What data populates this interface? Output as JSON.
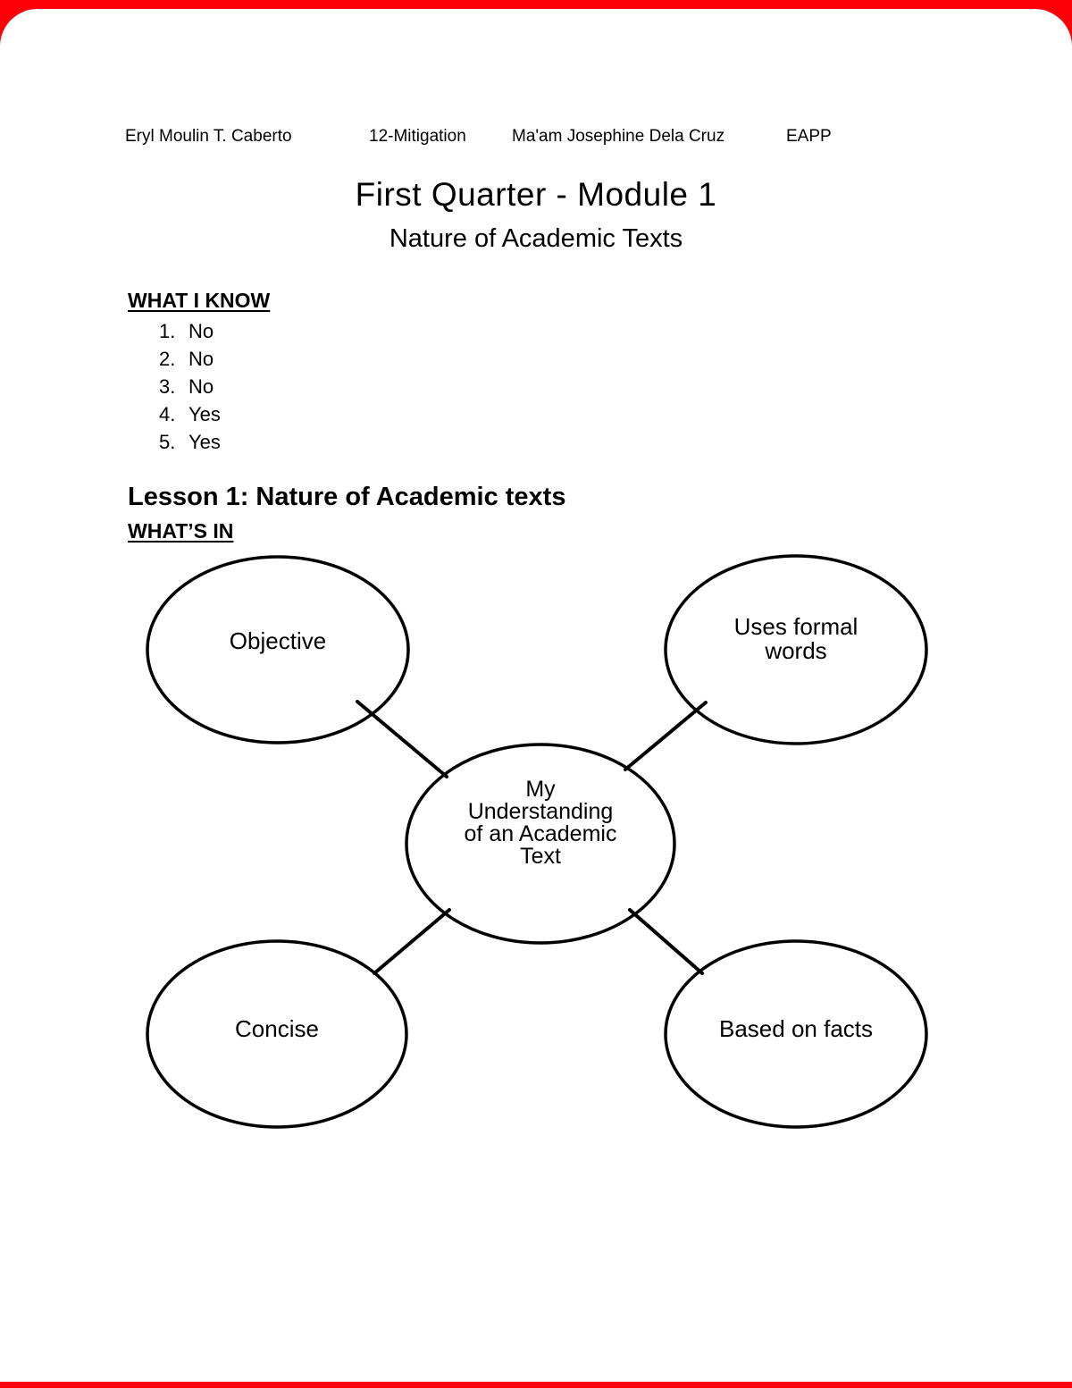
{
  "frame": {
    "color": "#fb0006",
    "page_color": "#ffffff"
  },
  "header": {
    "student_name": "Eryl Moulin T. Caberto",
    "section": "12-Mitigation",
    "teacher": "Ma'am Josephine Dela Cruz",
    "subject": "EAPP"
  },
  "title": "First Quarter - Module 1",
  "subtitle": "Nature of Academic Texts",
  "what_i_know": {
    "heading": "WHAT I KNOW",
    "answers": [
      {
        "number": "1.",
        "value": "No"
      },
      {
        "number": "2.",
        "value": "No"
      },
      {
        "number": "3.",
        "value": "No"
      },
      {
        "number": "4.",
        "value": "Yes"
      },
      {
        "number": "5.",
        "value": "Yes"
      }
    ]
  },
  "lesson": {
    "heading": "Lesson 1: Nature of Academic texts",
    "subheading": "WHAT’S IN"
  },
  "diagram": {
    "center": "My\nUnderstanding\nof an Academic\nText",
    "node_top_left": "Objective",
    "node_top_right": "Uses formal\nwords",
    "node_bottom_left": "Concise",
    "node_bottom_right": "Based on facts",
    "stroke_color": "#000000"
  }
}
